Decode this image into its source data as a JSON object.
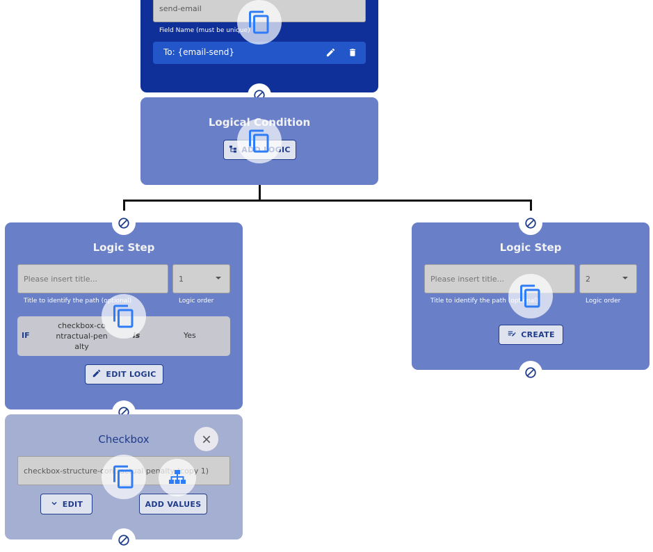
{
  "email_node": {
    "input_value": "send-email",
    "helper": "Field Name (must be unique)",
    "recipient": "To: {email-send}"
  },
  "condition_node": {
    "title": "Logical Condition",
    "add_logic_label": "ADD LOGIC"
  },
  "step_left": {
    "title": "Logic Step",
    "title_placeholder": "Please insert title...",
    "title_helper": "Title to identify the path (optional)",
    "order_value": "1",
    "order_helper": "Logic order",
    "rule": {
      "if": "IF",
      "field": "checkbox-contractual-penalty",
      "operator": "is",
      "value": "Yes"
    },
    "edit_logic_label": "EDIT LOGIC"
  },
  "step_right": {
    "title": "Logic Step",
    "title_placeholder": "Please insert title...",
    "title_helper": "Title to identify the path (optional)",
    "order_value": "2",
    "order_helper": "Logic order",
    "create_label": "CREATE"
  },
  "checkbox_node": {
    "title": "Checkbox",
    "input_value": "checkbox-structure-contractual penalty (copy 1)",
    "edit_label": "EDIT",
    "add_values_label": "ADD VALUES"
  },
  "colors": {
    "email_card": "#0f2f99",
    "step_card": "#6980c9",
    "checkbox_card": "#a4afd1",
    "accent": "#2f7df6",
    "button_text": "#1f3b8c"
  },
  "icons": {
    "copy": "copy-icon",
    "edit": "pencil-icon",
    "delete": "trash-icon",
    "disconnect": "no-entry-icon",
    "close": "close-icon",
    "hierarchy": "hierarchy-icon"
  }
}
